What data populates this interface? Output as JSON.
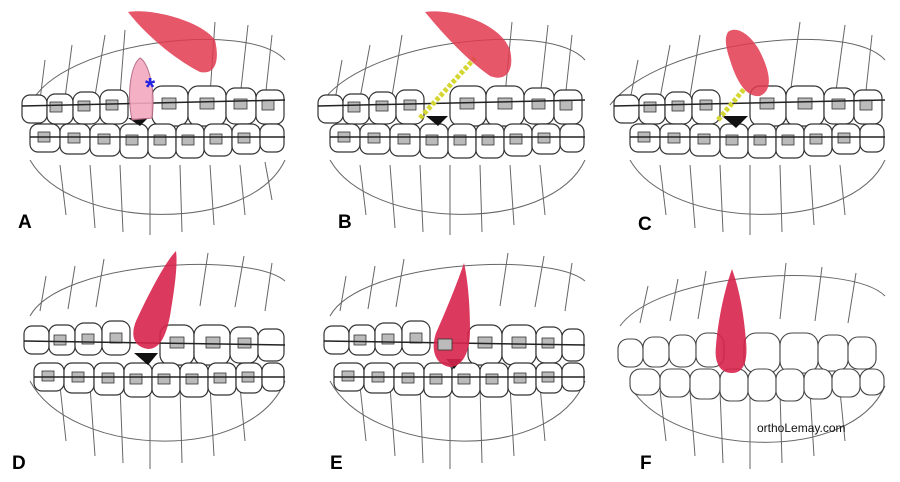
{
  "panels": [
    {
      "label": "A",
      "stage": "impacted",
      "marker": "*",
      "colors": {
        "canine": "#e23a50",
        "primary": "#f3a9bf",
        "marker": "#2323e6"
      }
    },
    {
      "label": "B",
      "stage": "chain-traction",
      "colors": {
        "canine": "#e23a50",
        "chain": "#d6d632"
      }
    },
    {
      "label": "C",
      "stage": "chain-traction-advanced",
      "colors": {
        "canine": "#e23a50",
        "chain": "#d6d632"
      }
    },
    {
      "label": "D",
      "stage": "near-eruption",
      "colors": {
        "canine": "#d8234c"
      }
    },
    {
      "label": "E",
      "stage": "erupted-bracketed",
      "colors": {
        "canine": "#d8234c"
      }
    },
    {
      "label": "F",
      "stage": "final-no-braces",
      "colors": {
        "canine": "#d8234c"
      }
    }
  ],
  "watermark": "orthoLemay.com"
}
